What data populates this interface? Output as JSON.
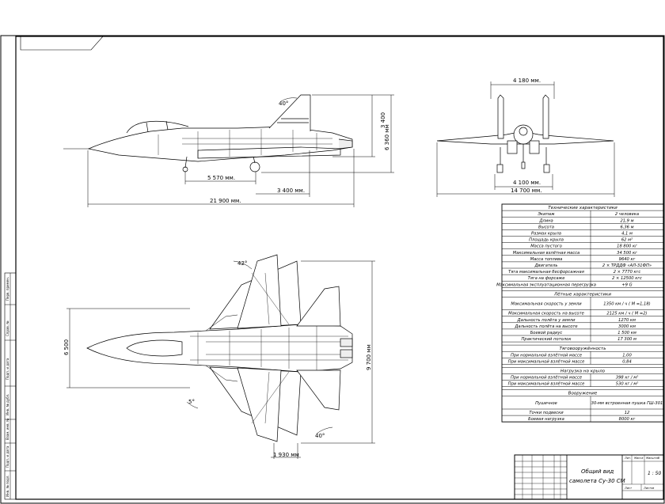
{
  "views": {
    "side": {
      "dim_height": "3 400",
      "dim_height_total": "6 360 мм",
      "dim_canopy_angle": "40°",
      "dim_wheelbase": "5 570 мм.",
      "dim_tail": "3 400 мм.",
      "dim_length": "21 900 мм."
    },
    "front": {
      "dim_top": "4 180 мм.",
      "dim_track": "4 100 мм.",
      "dim_span": "14 700 мм."
    },
    "top": {
      "dim_width": "6 500",
      "dim_span": "9 700 мм",
      "dim_angle_top": "42°",
      "dim_angle_left": "5°",
      "dim_angle_bottom": "40°",
      "dim_bottom": "1 930 мм"
    }
  },
  "spec_table": {
    "sections": [
      {
        "title": "Технические характеристики",
        "rows": [
          [
            "Экипаж",
            "2 человека"
          ],
          [
            "Длина",
            "21,9  м"
          ],
          [
            "Высота",
            "6,36  м"
          ],
          [
            "Размах крыла",
            "4,1  м"
          ],
          [
            "Площадь крыла",
            "62  м²"
          ],
          [
            "Масса пустого",
            "18 800  кг"
          ],
          [
            "Максимальная взлётная масса",
            "34 500  кг"
          ],
          [
            "Масса топлива",
            "9640  кг"
          ],
          [
            "Двигатель",
            "2 × ТРДДФ «АЛ-31ФП»"
          ],
          [
            "Тяга максимальная бесфорсажная",
            "2 × 7770  кгс"
          ],
          [
            "Тяга на форсаже",
            "2 × 12500  кгс"
          ],
          [
            "Максимальная эксплуатационная перегрузка",
            "+9 G"
          ]
        ]
      },
      {
        "title": "Лётные характеристики",
        "rows": [
          [
            "Максимальная скорость у земли",
            "1350  км / ч  ( М =1,18)"
          ],
          [
            "Максимальная скорость на высоте",
            "2125  км / ч  ( М =2)"
          ],
          [
            "Дальность полёта у земли",
            "1270  км"
          ],
          [
            "Дальность полёта на высоте",
            "3000  км"
          ],
          [
            "Боевой радиус",
            "1 500  км"
          ],
          [
            "Практический потолок",
            "17 300  м"
          ]
        ]
      },
      {
        "title": "Тяговооружённость",
        "rows": [
          [
            "При нормальной взлётной массе",
            "1,00"
          ],
          [
            "При максимальной взлётной массе",
            "0,84"
          ]
        ]
      },
      {
        "title": "Нагрузка на крыло",
        "rows": [
          [
            "При нормальной взлётной массе",
            "398  кг / м²"
          ],
          [
            "При максимальной взлётной массе",
            "530  кг / м²"
          ]
        ]
      },
      {
        "title": "Вооружение",
        "rows": [
          [
            "Пушечное",
            "30-мм встроенная пушка ГШ-301"
          ],
          [
            "Точки подвески",
            "12"
          ],
          [
            "Боевая нагрузка",
            "8000  кг"
          ]
        ]
      }
    ]
  },
  "title_block": {
    "title_line1": "Общий вид",
    "title_line2": "самолета Су-30 СМ",
    "scale": "1 : 50",
    "col_lit": "Лит.",
    "col_mass": "Масса",
    "col_scale": "Масштаб",
    "sheet": "Лист",
    "sheets": "Листов"
  },
  "side_strip": {
    "labels": [
      "Перв. примен.",
      "Справ. №",
      "Подп. и дата",
      "Инв. № дубл.",
      "Взам. инв. №",
      "Подп. и дата",
      "Инв. № подл."
    ]
  }
}
